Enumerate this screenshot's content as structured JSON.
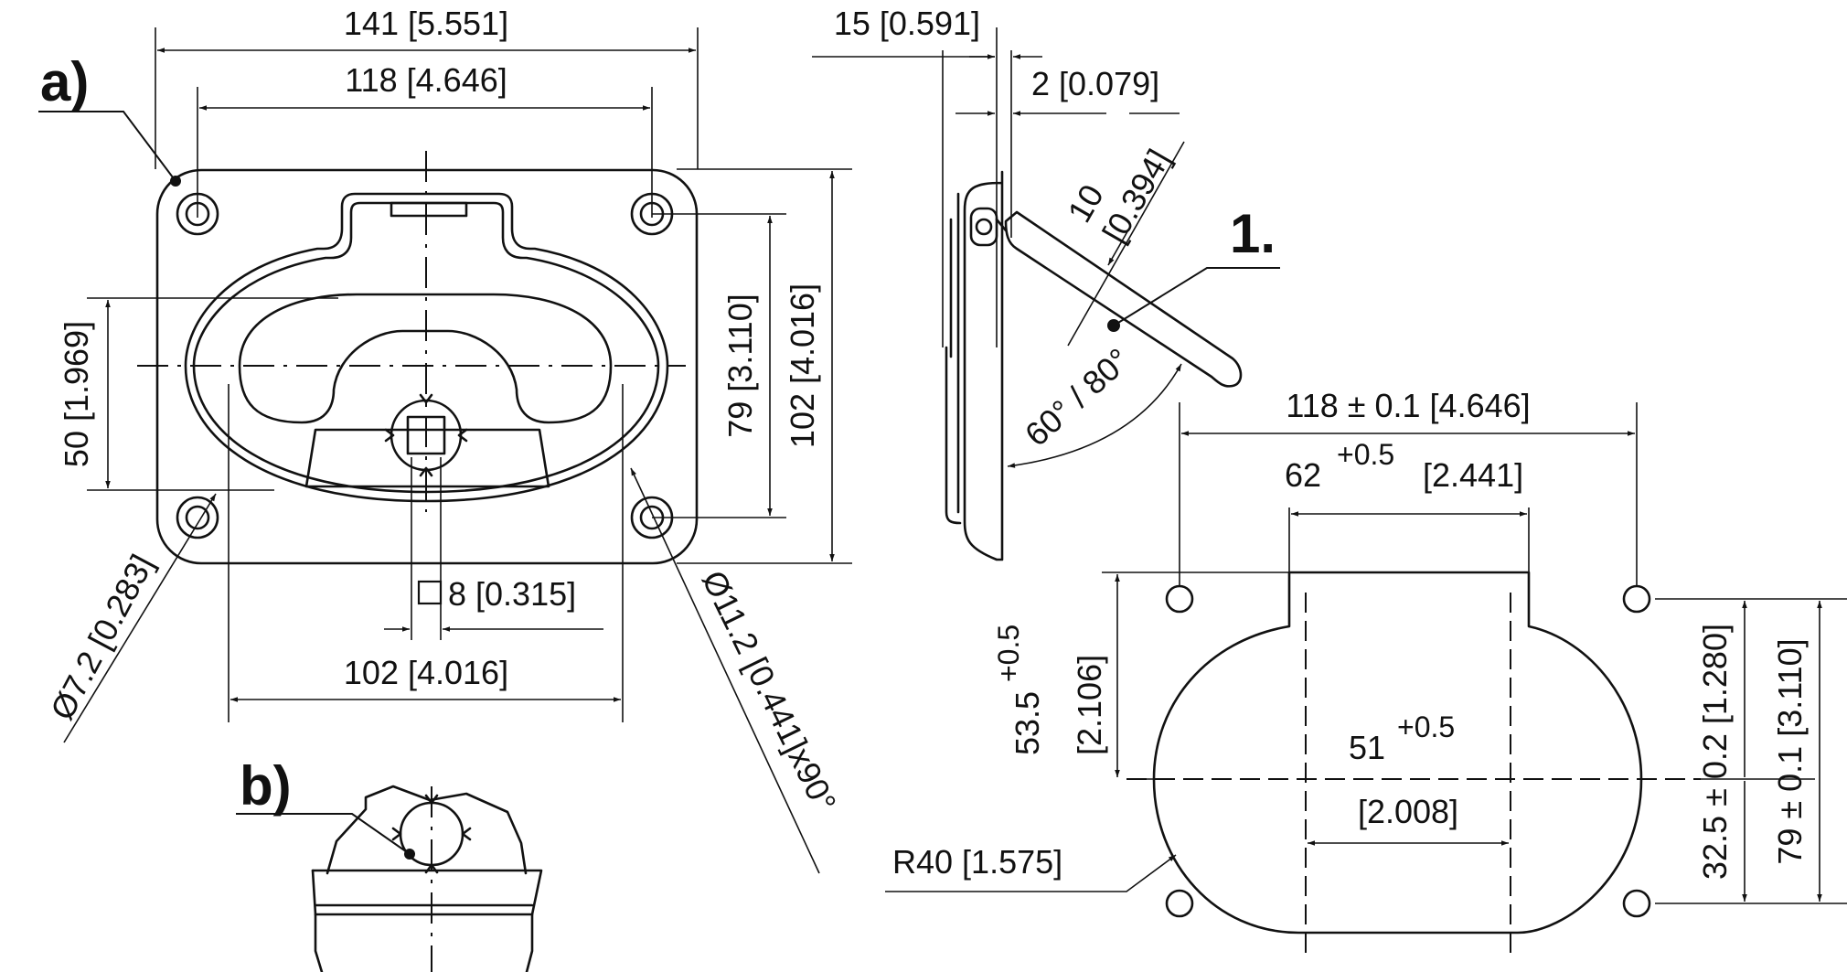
{
  "callouts": {
    "view_a": "a)",
    "view_b": "b)",
    "item_1": "1."
  },
  "dims": {
    "overall_width": "141 [5.551]",
    "hole_spacing_top": "118 [4.646]",
    "height_50": "50 [1.969]",
    "height_79": "79 [3.110]",
    "height_102": "102 [4.016]",
    "hole_dia": "Ø7.2 [0.283]",
    "square_drive": "8 [0.315]",
    "width_102": "102 [4.016]",
    "csk_hole": "Ø11.2 [0.441]x90°",
    "side_15": "15 [0.591]",
    "side_2": "2 [0.079]",
    "handle_10": "10",
    "handle_10_in": "[0.394]",
    "angle": "60° / 80°",
    "cut_118": "118 ± 0.1 [4.646]",
    "cut_62": "62",
    "cut_62_tol": "+0.5",
    "cut_62_in": "[2.441]",
    "cut_53_5": "53.5",
    "cut_53_5_tol": "+0.5",
    "cut_53_5_in": "[2.106]",
    "cut_51": "51",
    "cut_51_tol": "+0.5",
    "cut_51_in": "[2.008]",
    "radius": "R40 [1.575]",
    "cut_32_5": "32.5 ± 0.2 [1.280]",
    "cut_79": "79 ± 0.1 [3.110]"
  }
}
